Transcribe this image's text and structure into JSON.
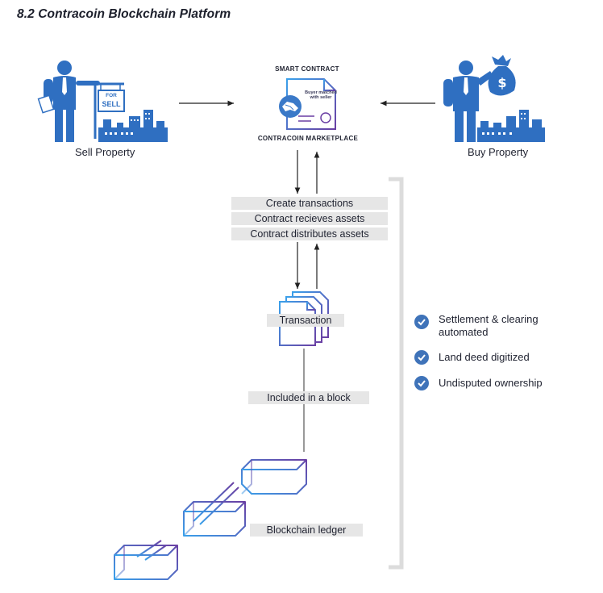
{
  "title": "8.2 Contracoin Blockchain Platform",
  "sell": {
    "caption": "Sell Property",
    "sign_line1": "FOR",
    "sign_line2": "SELL"
  },
  "buy": {
    "caption": "Buy Property"
  },
  "contract": {
    "heading": "SMART CONTRACT",
    "doc_text_line1": "Buyer matched",
    "doc_text_line2": "with seller",
    "marketplace": "CONTRACOIN MARKETPLACE"
  },
  "steps": [
    "Create transactions",
    "Contract recieves assets",
    "Contract distributes assets"
  ],
  "transaction_label": "Transaction",
  "block_label": "Included in a block",
  "ledger_label": "Blockchain ledger",
  "benefits": [
    "Settlement & clearing automated",
    "Land deed digitized",
    "Undisputed ownership"
  ],
  "colors": {
    "figure_blue": "#2f6fc1",
    "gradient_start": "#3aa0ea",
    "gradient_end": "#6a3fa3",
    "check_blue": "#3f73b9",
    "step_bg": "#e6e6e6"
  }
}
